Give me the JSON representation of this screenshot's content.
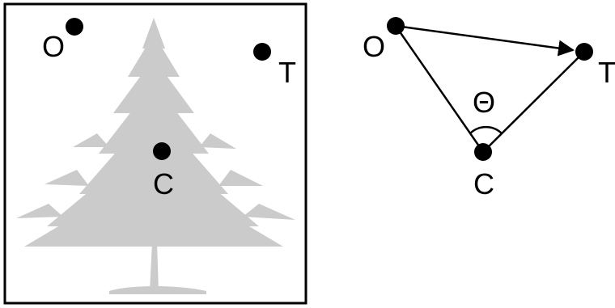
{
  "left_panel": {
    "points": [
      {
        "id": "O",
        "label": "O"
      },
      {
        "id": "T",
        "label": "T"
      },
      {
        "id": "C",
        "label": "C"
      }
    ],
    "background_image": "tree-icon",
    "frame_color": "#000000",
    "tree_color": "#c9c9c9"
  },
  "right_panel": {
    "points": [
      {
        "id": "O",
        "label": "O"
      },
      {
        "id": "T",
        "label": "T"
      },
      {
        "id": "C",
        "label": "C"
      }
    ],
    "edges": [
      {
        "from": "O",
        "to": "T",
        "arrow": true
      },
      {
        "from": "O",
        "to": "C",
        "arrow": false
      },
      {
        "from": "C",
        "to": "T",
        "arrow": false
      }
    ],
    "angle_label": "Θ",
    "angle_vertex": "C"
  },
  "colors": {
    "point": "#000000",
    "line": "#000000",
    "background": "#ffffff"
  }
}
